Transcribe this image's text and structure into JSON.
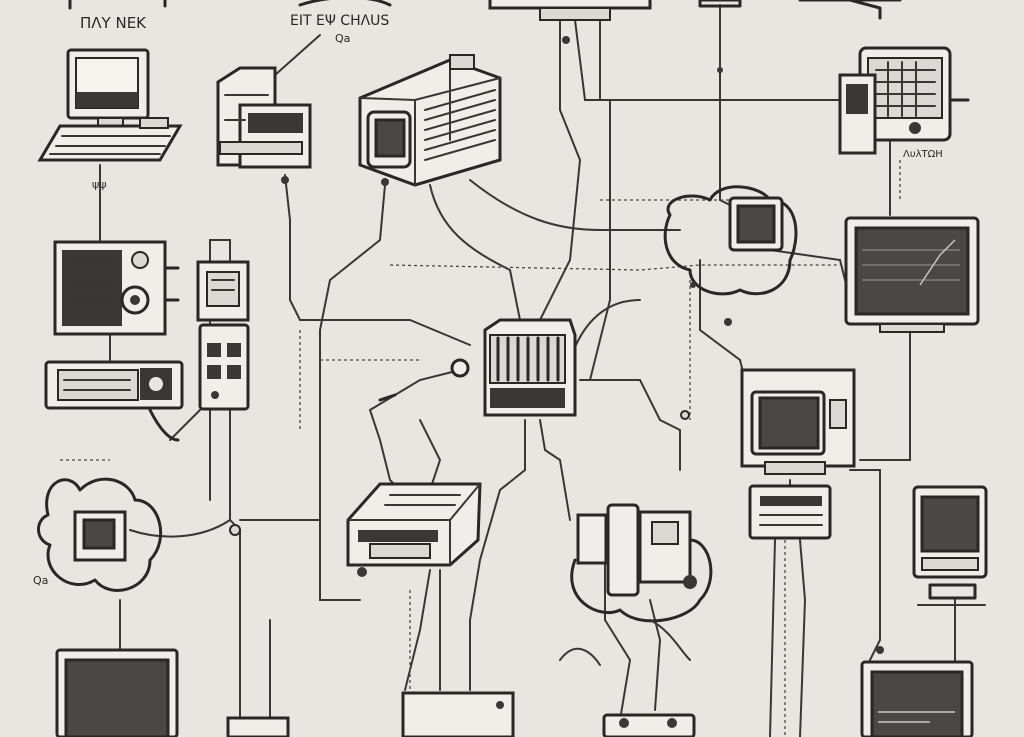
{
  "diagram": {
    "labels": {
      "top_left": "ΠΛΥ ΝΕΚ",
      "top_center": "ΕΙΤ ΕΨ CΗΛUS",
      "top_center_sub": "Qa",
      "left_small": "ψψ",
      "right_small": "ΛυλΤΩΗ",
      "bottom_left_small": "Qa"
    },
    "devices": [
      "desktop-computer",
      "server-box",
      "projector",
      "control-panel",
      "monitor-right",
      "radio-unit",
      "tower-pc",
      "central-router",
      "small-camera-monitor",
      "hand-device",
      "crt-monitor",
      "printer-box",
      "robot-hand",
      "small-monitor-right",
      "rack-unit-left",
      "laptop-bottom-left",
      "monitor-bottom-right",
      "terminal-bottom-center",
      "switch-box"
    ]
  }
}
